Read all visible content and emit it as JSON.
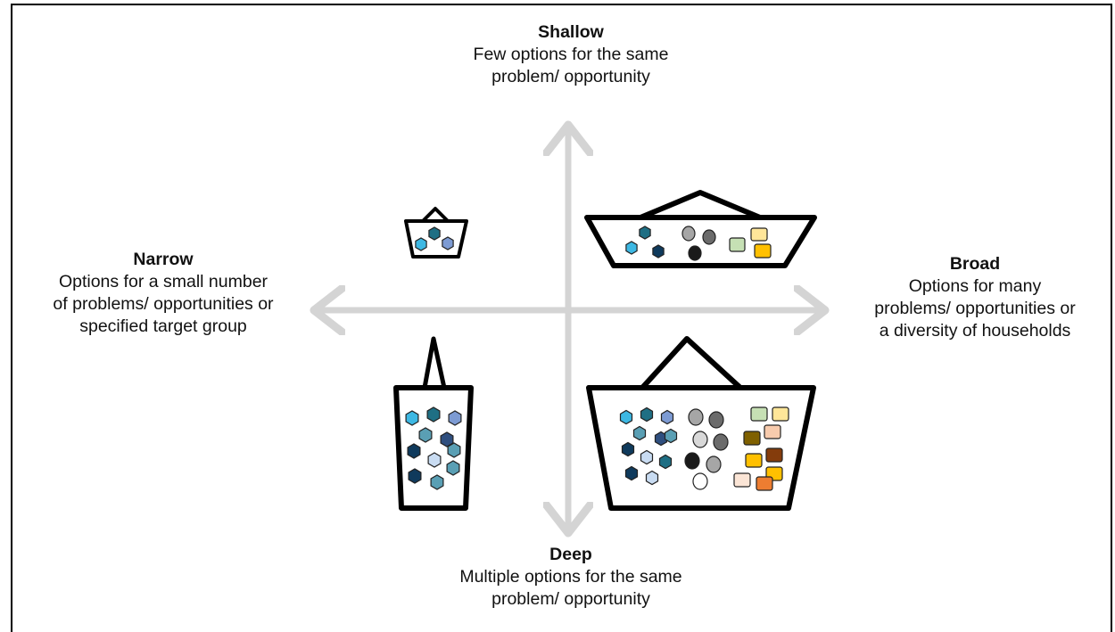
{
  "shallow": {
    "title": "Shallow",
    "lines": [
      "Few options for the same",
      "problem/ opportunity"
    ]
  },
  "narrow": {
    "title": "Narrow",
    "lines": [
      "Options for a small number",
      "of problems/ opportunities or",
      "specified target group"
    ]
  },
  "broad": {
    "title": "Broad",
    "lines": [
      "Options for many",
      "problems/ opportunities or",
      "a diversity of  households"
    ]
  },
  "deep": {
    "title": "Deep",
    "lines": [
      "Multiple options for the same",
      "problem/ opportunity"
    ]
  },
  "colors": {
    "axis": "#d4d4d4",
    "outline": "#000000",
    "hex_palette": [
      "#3db8e3",
      "#1f6f84",
      "#7d9bd3",
      "#0f3a5c",
      "#5a9fb4",
      "#2f4f7f",
      "#c9dcf2"
    ],
    "circle_palette": [
      "#a6a6a6",
      "#6b6b6b",
      "#1a1a1a",
      "#d8d8d8",
      "#ffffff"
    ],
    "square_palette": [
      "#c6e0b4",
      "#ffe699",
      "#ffc000",
      "#7f6000",
      "#f8cbad",
      "#843c0c",
      "#fbe5d6",
      "#ed7d31"
    ]
  }
}
